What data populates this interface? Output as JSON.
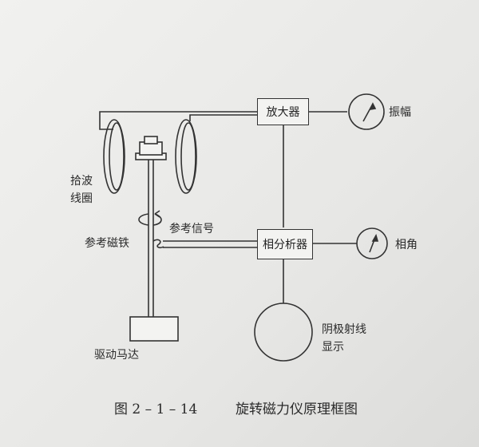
{
  "blocks": {
    "amplifier": "放大器",
    "phase_analyzer": "相分析器"
  },
  "labels": {
    "amplitude": "振幅",
    "phase_angle": "相角",
    "pickup_coil_line1": "拾波",
    "pickup_coil_line2": "线圈",
    "reference_magnet": "参考磁铁",
    "reference_signal": "参考信号",
    "drive_motor": "驱动马达",
    "crt_line1": "阴极射线",
    "crt_line2": "显示"
  },
  "caption": {
    "number": "图 2 – 1 – 14",
    "title": "旋转磁力仪原理框图"
  }
}
